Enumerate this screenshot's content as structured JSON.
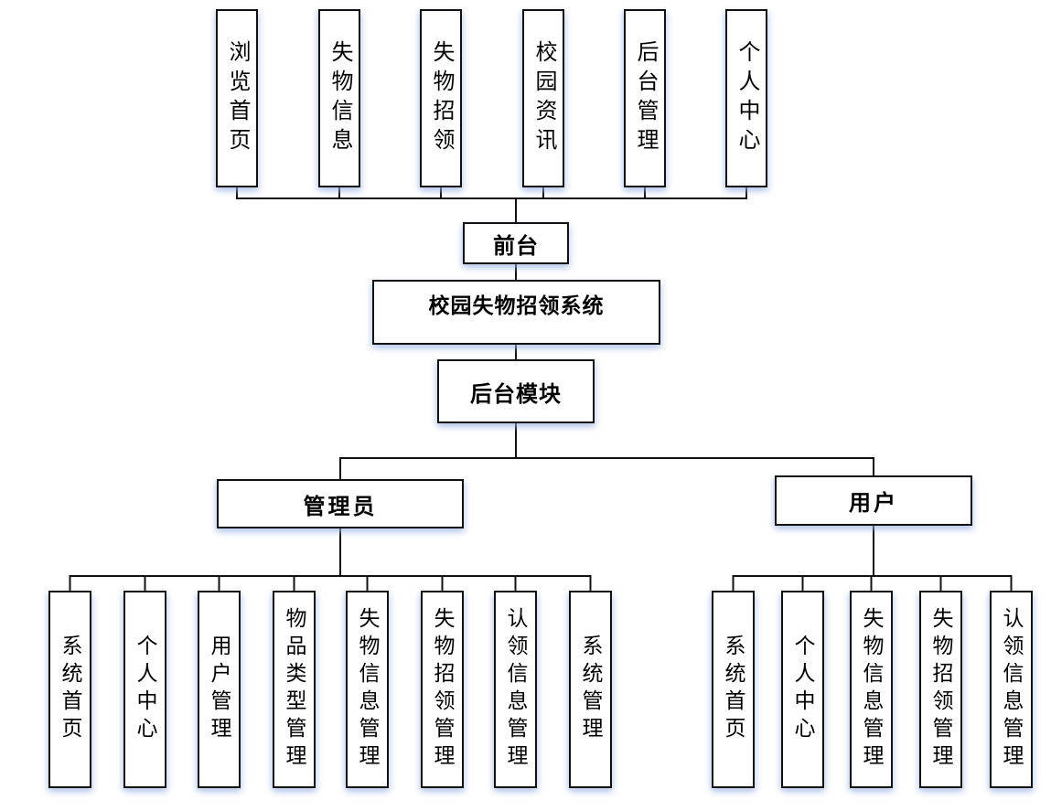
{
  "diagram": {
    "root_label": "校园失物招领系统",
    "front": {
      "label": "前台",
      "modules": [
        "浏览首页",
        "失物信息",
        "失物招领",
        "校园资讯",
        "后台管理",
        "个人中心"
      ]
    },
    "back": {
      "label": "后台模块",
      "admin": {
        "label": "管理员",
        "modules": [
          "系统首页",
          "个人中心",
          "用户管理",
          "物品类型管理",
          "失物信息管理",
          "失物招领管理",
          "认领信息管理",
          "系统管理"
        ]
      },
      "user": {
        "label": "用户",
        "modules": [
          "系统首页",
          "个人中心",
          "失物信息管理",
          "失物招领管理",
          "认领信息管理"
        ]
      }
    }
  }
}
